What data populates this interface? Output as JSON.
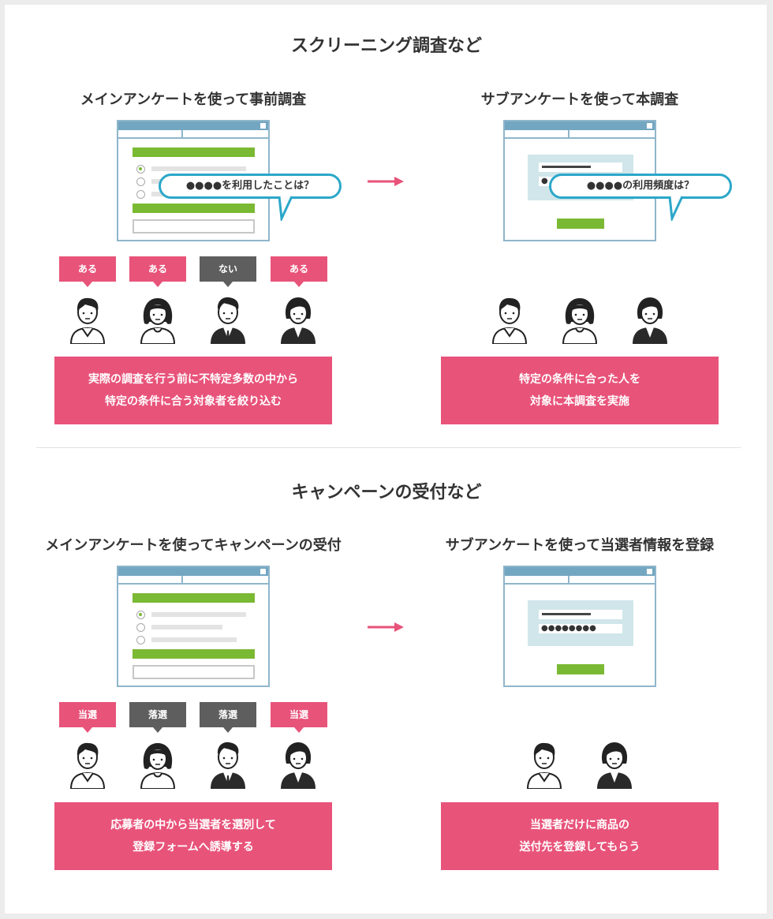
{
  "colors": {
    "pink": "#e8537a",
    "gray_tag": "#5e5e5e",
    "green": "#7ab933",
    "blue_frame": "#73a6c1",
    "bubble_border": "#2ba7c9"
  },
  "screening": {
    "title": "スクリーニング調査など",
    "main": {
      "title": "メインアンケートを使って事前調査",
      "bubble": "●●●●を利用したことは？",
      "tags": [
        "ある",
        "ある",
        "ない",
        "ある"
      ],
      "desc": [
        "実際の調査を行う前に不特定多数の中から",
        "特定の条件に合う対象者を絞り込む"
      ]
    },
    "sub": {
      "title": "サブアンケートを使って本調査",
      "bubble": "●●●●の利用頻度は？",
      "desc": [
        "特定の条件に合った人を",
        "対象に本調査を実施"
      ]
    }
  },
  "campaign": {
    "title": "キャンペーンの受付など",
    "main": {
      "title": "メインアンケートを使ってキャンペーンの受付",
      "tags": [
        "当選",
        "落選",
        "落選",
        "当選"
      ],
      "desc": [
        "応募者の中から当選者を選別して",
        "登録フォームへ誘導する"
      ]
    },
    "sub": {
      "title": "サブアンケートを使って当選者情報を登録",
      "password_dots": "●●●●●●●●",
      "desc": [
        "当選者だけに商品の",
        "送付先を登録してもらう"
      ]
    }
  }
}
